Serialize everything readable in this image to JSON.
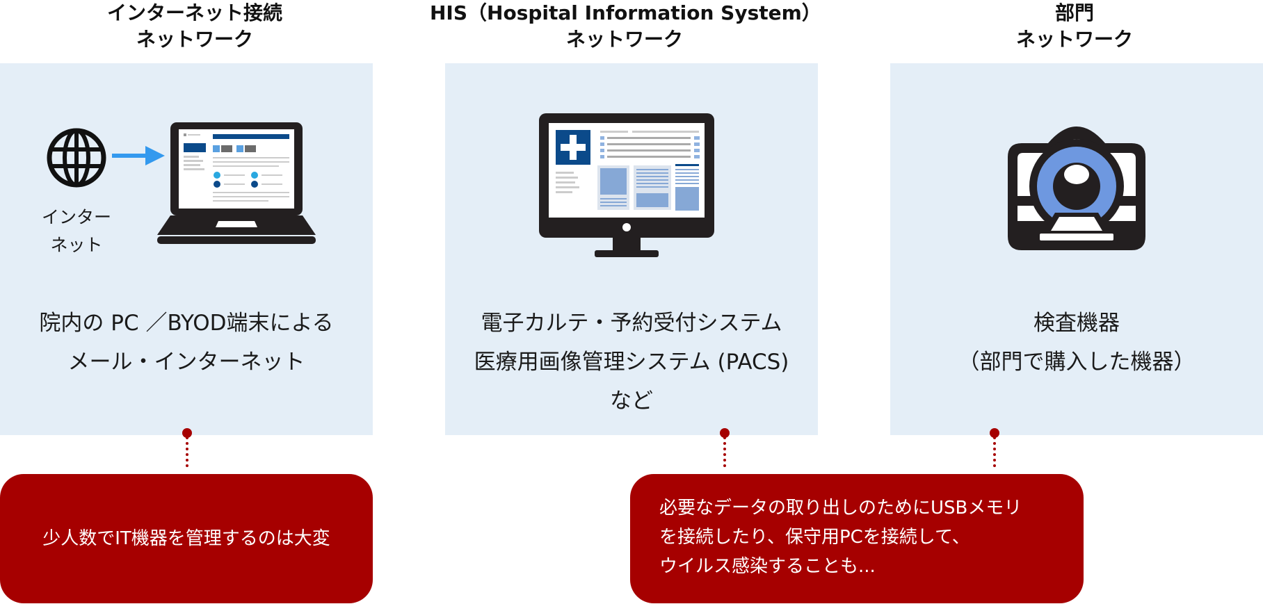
{
  "columns": [
    {
      "title_lines": [
        "インターネット接続",
        "ネットワーク"
      ],
      "icon_label_lines": [
        "インター",
        "ネット"
      ],
      "desc_lines": [
        "院内の PC ／BYOD端末による",
        "メール・インターネット"
      ]
    },
    {
      "title_lines": [
        "HIS（Hospital Information System）",
        "ネットワーク"
      ],
      "desc_lines": [
        "電子カルテ・予約受付システム",
        "医療用画像管理システム (PACS)",
        "など"
      ]
    },
    {
      "title_lines": [
        "部門",
        "ネットワーク"
      ],
      "desc_lines": [
        "検査機器",
        "（部門で購入した機器）"
      ]
    }
  ],
  "callouts": [
    {
      "lines": [
        "少人数でIT機器を管理するのは大変"
      ]
    },
    {
      "lines": [
        "必要なデータの取り出しのためにUSBメモリ",
        "を接続したり、保守用PCを接続して、",
        "ウイルス感染することも..."
      ]
    }
  ],
  "colors": {
    "panel_bg": "#e4eef7",
    "callout_bg": "#a60000",
    "arrow": "#3399ee",
    "accent_blue": "#0b4a8a",
    "ring_blue": "#6e98e0"
  },
  "icons": [
    "globe-icon",
    "arrow-right-icon",
    "laptop-icon",
    "monitor-icon",
    "ct-scanner-icon"
  ]
}
